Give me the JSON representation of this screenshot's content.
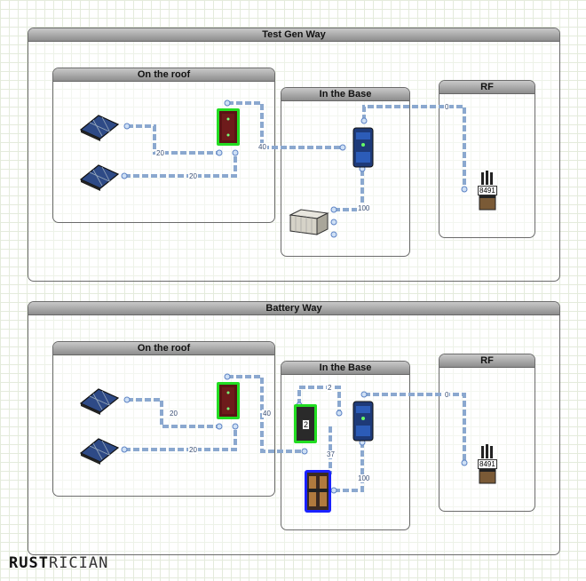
{
  "groups": {
    "top": {
      "title": "Test Gen Way",
      "roof": "On the roof",
      "base": "In the Base",
      "rf": "RF"
    },
    "bottom": {
      "title": "Battery Way",
      "roof": "On the roof",
      "base": "In the Base",
      "rf": "RF"
    }
  },
  "wire_labels": {
    "top": {
      "panel1": "20",
      "panel2": "20",
      "to_base": "40",
      "to_rf": "0",
      "from_battery": "100"
    },
    "bottom": {
      "panel1": "20",
      "panel2": "20",
      "to_base": "40",
      "to_rf": "0",
      "counter_in": "2",
      "counter_out": "37",
      "from_battery": "100"
    }
  },
  "devices": {
    "rf_frequency": "8491",
    "counter_value": "2"
  },
  "logo": {
    "part1": "RUST",
    "part2": "RICIAN"
  },
  "colors": {
    "wire": "#8ba8cf",
    "highlight_green": "#22dd22",
    "highlight_blue": "#1a22ff"
  }
}
